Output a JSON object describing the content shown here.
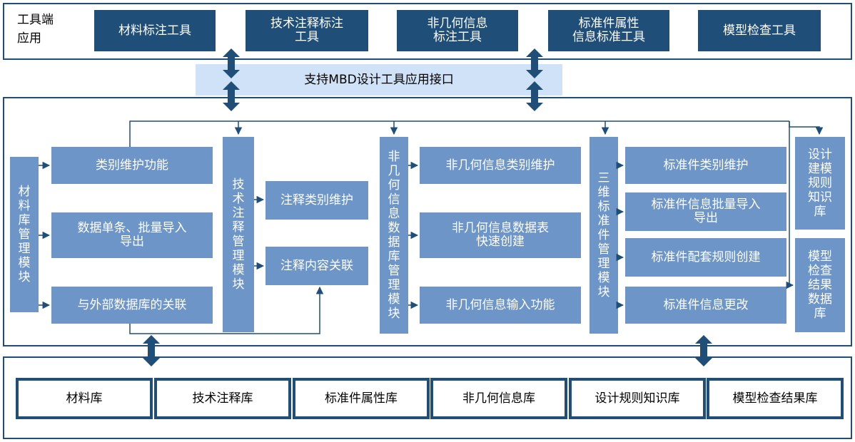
{
  "top": {
    "label": "工具端\n应用",
    "tools": [
      "材料标注工具",
      "技术注释标注\n工具",
      "非几何信息\n标注工具",
      "标准件属性\n信息标准工具",
      "模型检查工具"
    ]
  },
  "interface": "支持MBD设计工具应用接口",
  "middle": {
    "material_module": "材料库管理模块",
    "material_items": [
      "类别维护功能",
      "数据单条、批量导入\n导出",
      "与外部数据库的关联"
    ],
    "annotation_module": "技术注释管理模块",
    "annotation_items": [
      "注释类别维护",
      "注释内容关联"
    ],
    "nongeo_module": "非几何信息数据库管理模块",
    "nongeo_items": [
      "非几何信息类别维护",
      "非几何信息数据表\n快速创建",
      "非几何信息输入功能"
    ],
    "std_module": "三维标准件管理模块",
    "std_items": [
      "标准件类别维护",
      "标准件信息批量导入\n导出",
      "标准件配套规则创建",
      "标准件信息更改"
    ],
    "kb_db": "设计建模规则知识库",
    "check_db": "模型检查结果数据库"
  },
  "libraries": [
    "材料库",
    "技术注释库",
    "标准件属性库",
    "非几何信息库",
    "设计规则知识库",
    "模型检查结果库"
  ],
  "colors": {
    "dark": "#1f4e79",
    "mid": "#6d95c8",
    "interface": "#cfe2f7"
  }
}
